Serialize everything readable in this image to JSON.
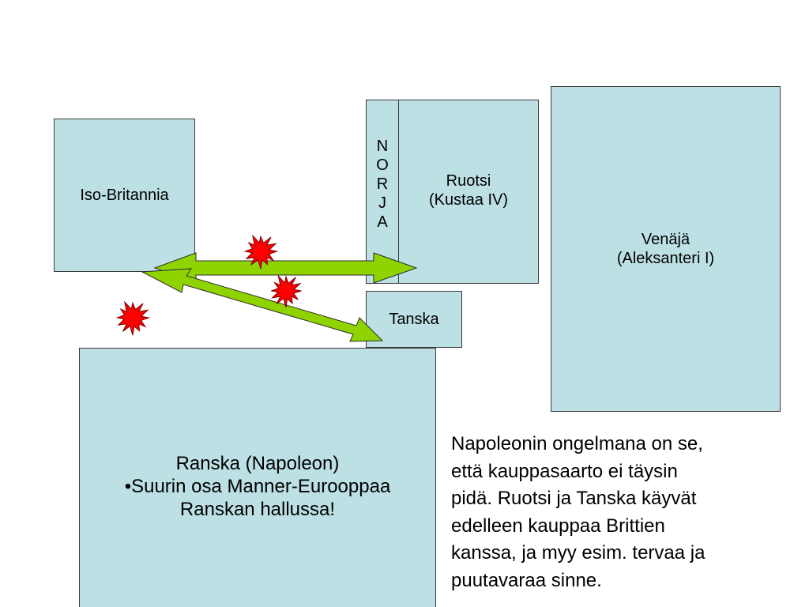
{
  "countries": {
    "iso_britannia": "Iso-Britannia",
    "norja_letters": [
      "N",
      "O",
      "R",
      "J",
      "A"
    ],
    "ruotsi": "Ruotsi\n(Kustaa IV)",
    "venaja": "Venäjä\n(Aleksanteri I)",
    "tanska": "Tanska",
    "ranska": "Ranska (Napoleon)\n•Suurin osa Manner-Eurooppaa\nRanskan hallussa!"
  },
  "info_text": "Napoleonin ongelmana on se,\nettä kauppasaarto ei täysin\npidä. Ruotsi ja Tanska käyvät\nedelleen kauppaa Brittien\nkanssa, ja myy esim. tervaa ja\npuutavaraa sinne.",
  "colors": {
    "box_fill": "#bde0e4",
    "arrow_fill": "#8fd400",
    "burst_fill": "#ff0000",
    "burst_center": "#ffcc00"
  },
  "icons": {
    "burst": "explosion-burst-icon",
    "arrow": "double-headed-arrow-icon"
  }
}
